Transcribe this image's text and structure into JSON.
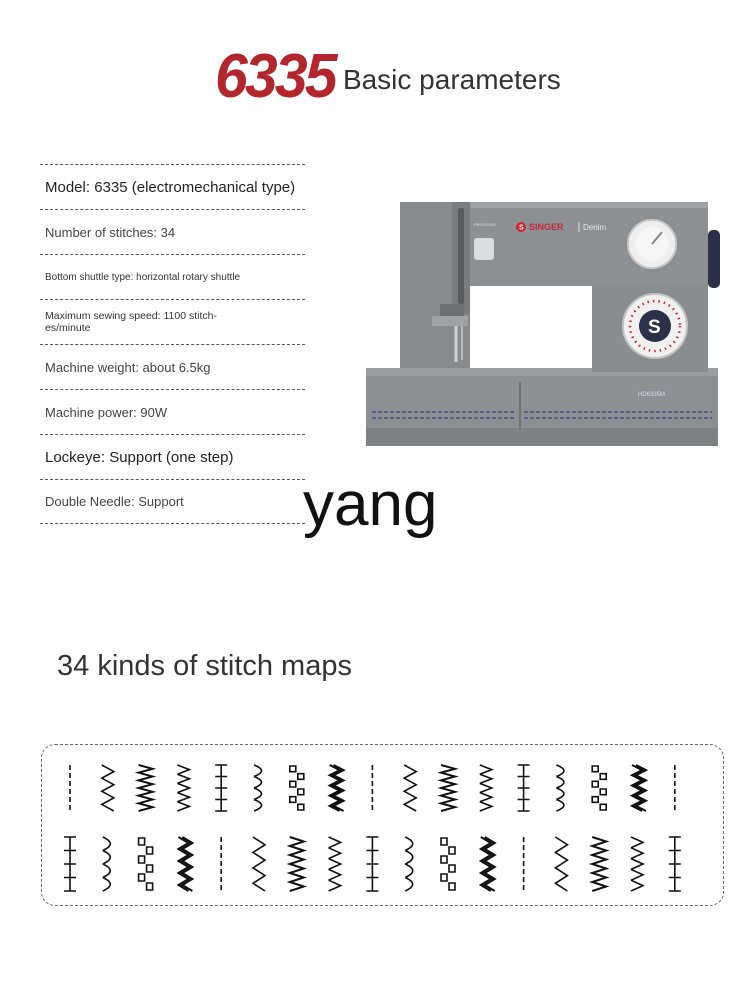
{
  "header": {
    "model_number": "6335",
    "title": "Basic parameters"
  },
  "parameters": [
    {
      "text": "Model: 6335 (electromechanical type)",
      "size": "fs15"
    },
    {
      "text": "Number of stitches: 34",
      "size": "fs13"
    },
    {
      "text": "Bottom shuttle type: horizontal rotary shuttle",
      "size": "fs10"
    },
    {
      "text": "Maximum sewing speed: 1100 stitch-es/minute",
      "size": "fs105"
    },
    {
      "text": "Machine weight: about 6.5kg",
      "size": "fs13"
    },
    {
      "text": "Machine power: 90W",
      "size": "fs13"
    },
    {
      "text": "Lockeye: Support (one step)",
      "size": "fs15"
    },
    {
      "text": "Double Needle: Support",
      "size": "fs13"
    }
  ],
  "machine": {
    "brand": "SINGER",
    "series": "Denim",
    "model_label": "HD6335M",
    "dial_letter": "S",
    "colors": {
      "body": "#8a8d90",
      "brand_red": "#c8283a",
      "knob": "#2a2f4a"
    }
  },
  "watermark": "yang",
  "stitch_section": {
    "title": "34 kinds of stitch maps",
    "count": 34
  },
  "colors": {
    "accent_red": "#b4262d",
    "text": "#222222",
    "divider": "#555555"
  }
}
